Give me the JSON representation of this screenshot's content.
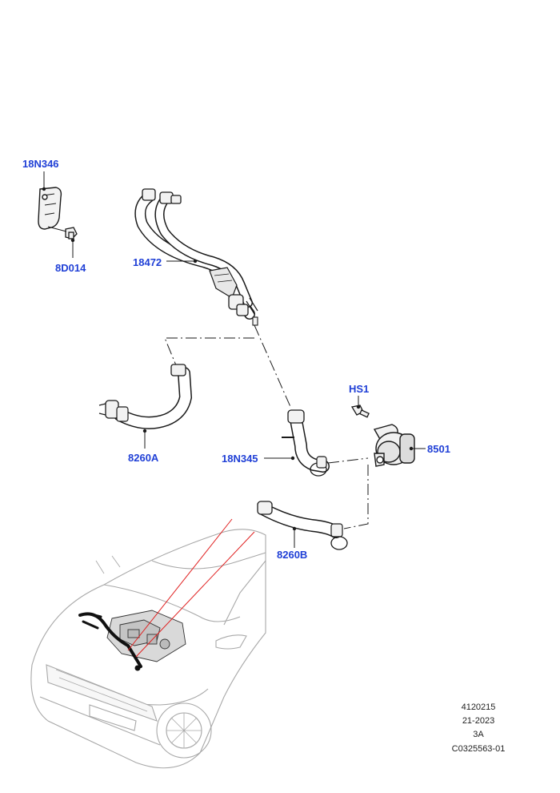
{
  "callout_color": "#1f3fd6",
  "leader_color": "#1a1a1a",
  "highlight_color": "#e02020",
  "parts": {
    "bracket": {
      "code": "18N346"
    },
    "bolt_small": {
      "code": "8D014"
    },
    "hose_main": {
      "code": "18472"
    },
    "hose_a": {
      "code": "8260A"
    },
    "hose_mid": {
      "code": "18N345"
    },
    "hose_b": {
      "code": "8260B"
    },
    "screw": {
      "code": "HS1"
    },
    "pump": {
      "code": "8501"
    }
  },
  "reference": {
    "line1": "4120215",
    "line2": "21-2023",
    "line3": "3A",
    "line4": "C0325563-01"
  }
}
